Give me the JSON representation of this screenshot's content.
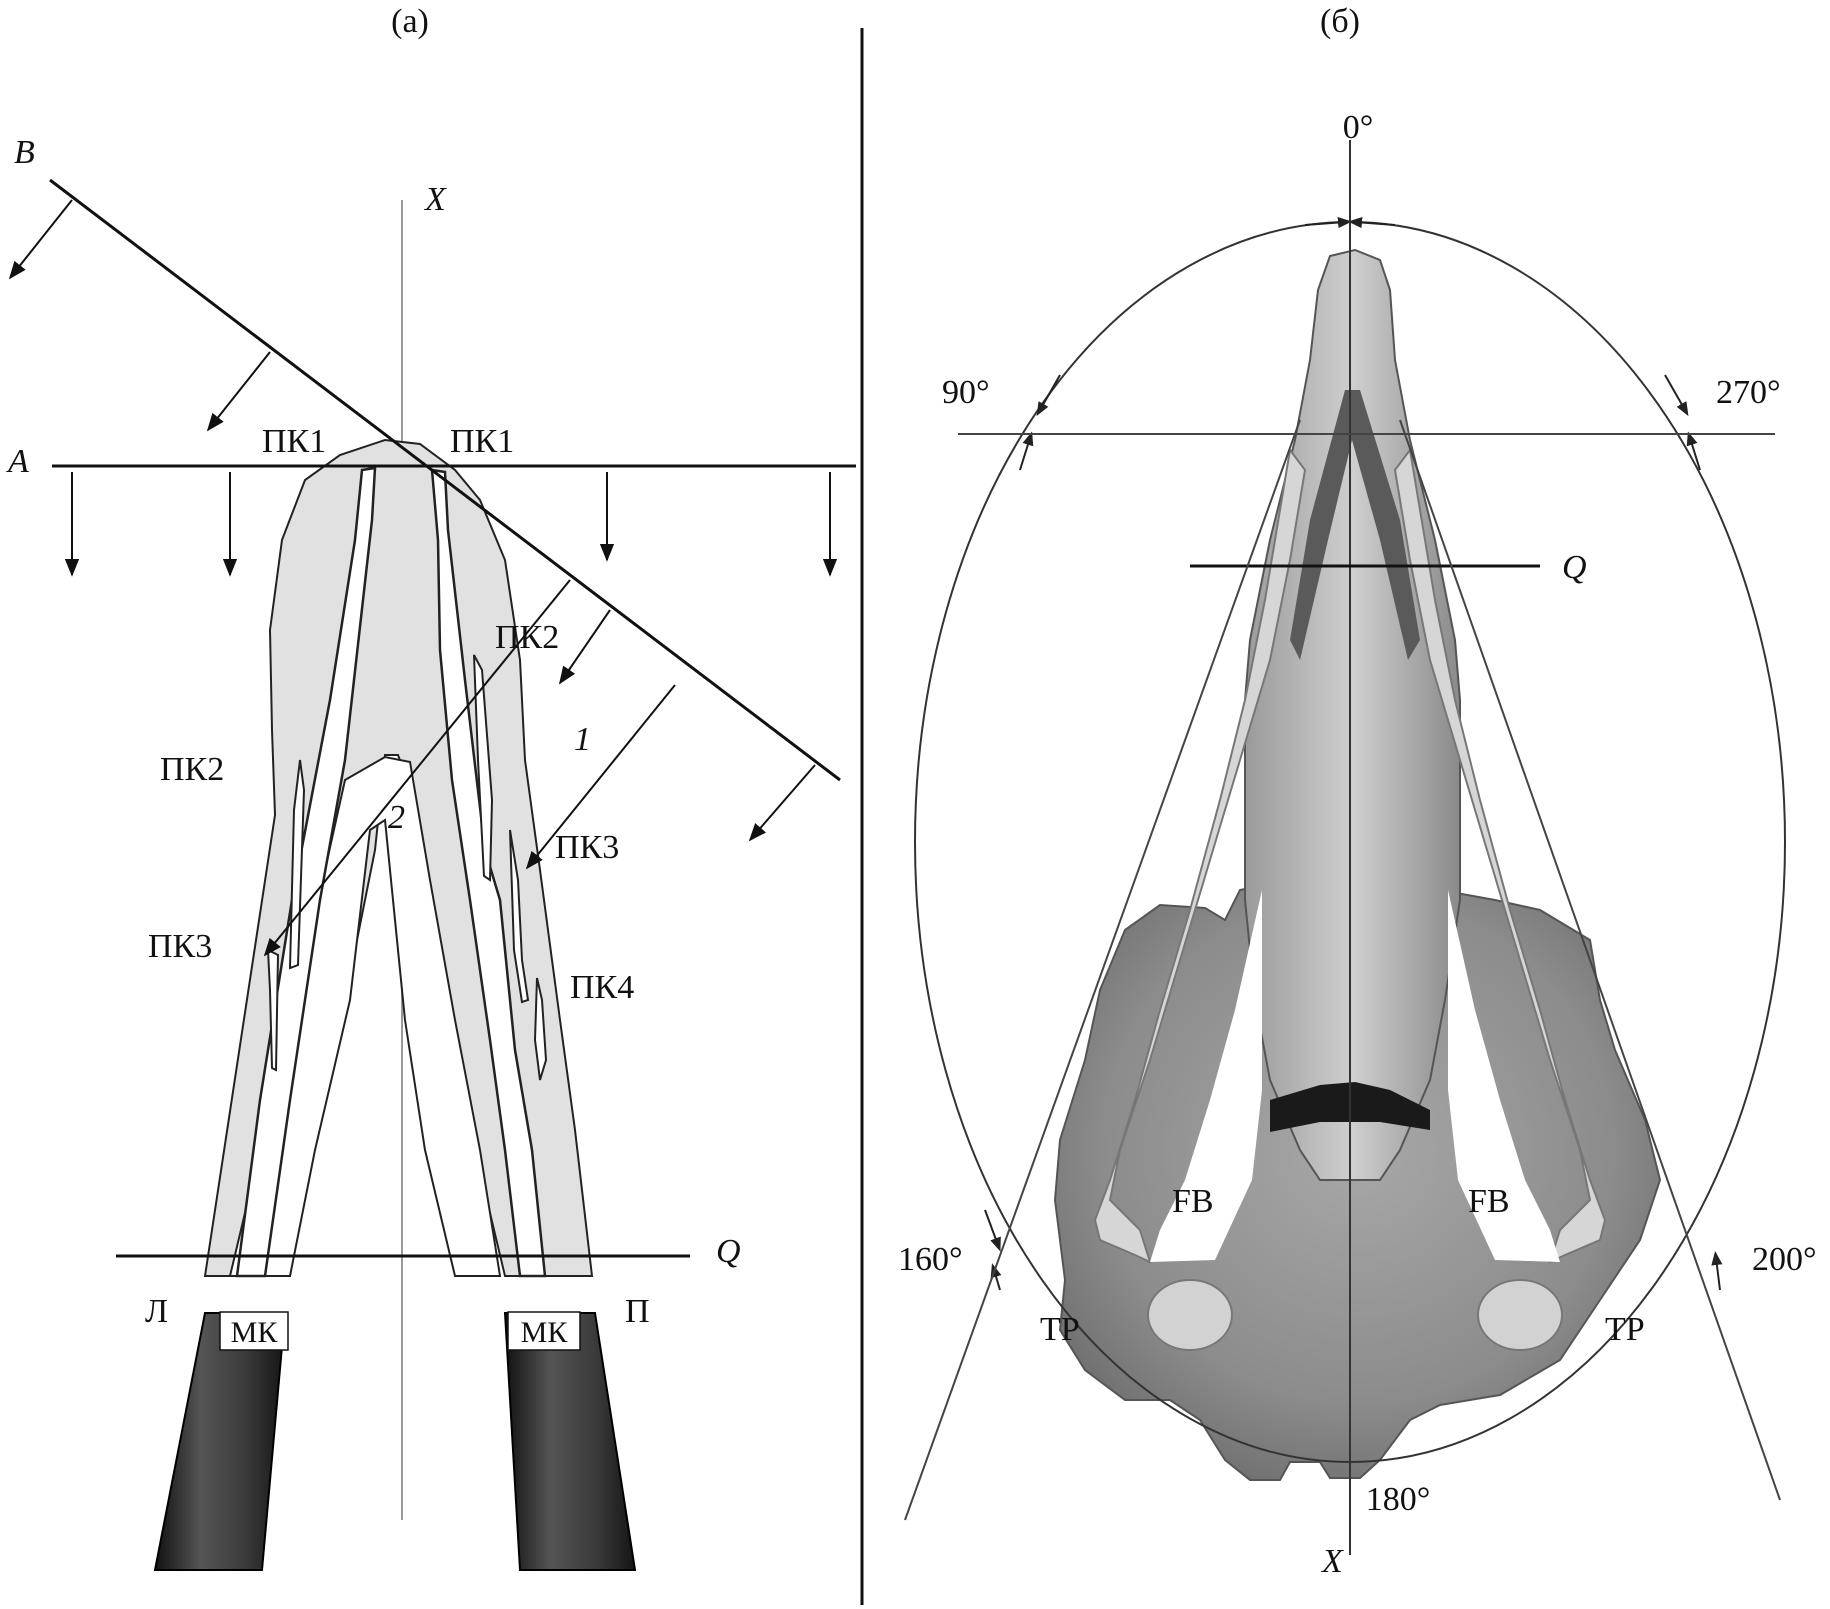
{
  "panel_a": {
    "caption": "(а)",
    "line_b": "B",
    "axis_x": "X",
    "line_a": "A",
    "pk1_left": "ПК1",
    "pk1_right": "ПК1",
    "pk2_left": "ПК2",
    "pk2_right": "ПК2",
    "pk3_left": "ПК3",
    "pk3_right": "ПК3",
    "pk4_right": "ПК4",
    "ray_1": "1",
    "ray_2": "2",
    "line_q": "Q",
    "side_left": "Л",
    "side_right": "П",
    "mk_left": "МК",
    "mk_right": "МК"
  },
  "panel_b": {
    "caption": "(б)",
    "angle_0": "0°",
    "angle_90": "90°",
    "angle_270": "270°",
    "angle_160": "160°",
    "angle_200": "200°",
    "angle_180": "180°",
    "line_q": "Q",
    "axis_x": "X",
    "fb_left": "FB",
    "fb_right": "FB",
    "tp_left": "TP",
    "tp_right": "TP"
  },
  "colors": {
    "bone_shading": "#e1e1e1",
    "dark_bone": "#2e2e2e",
    "skull_gray": "#8f8f8f",
    "line": "#111111"
  }
}
